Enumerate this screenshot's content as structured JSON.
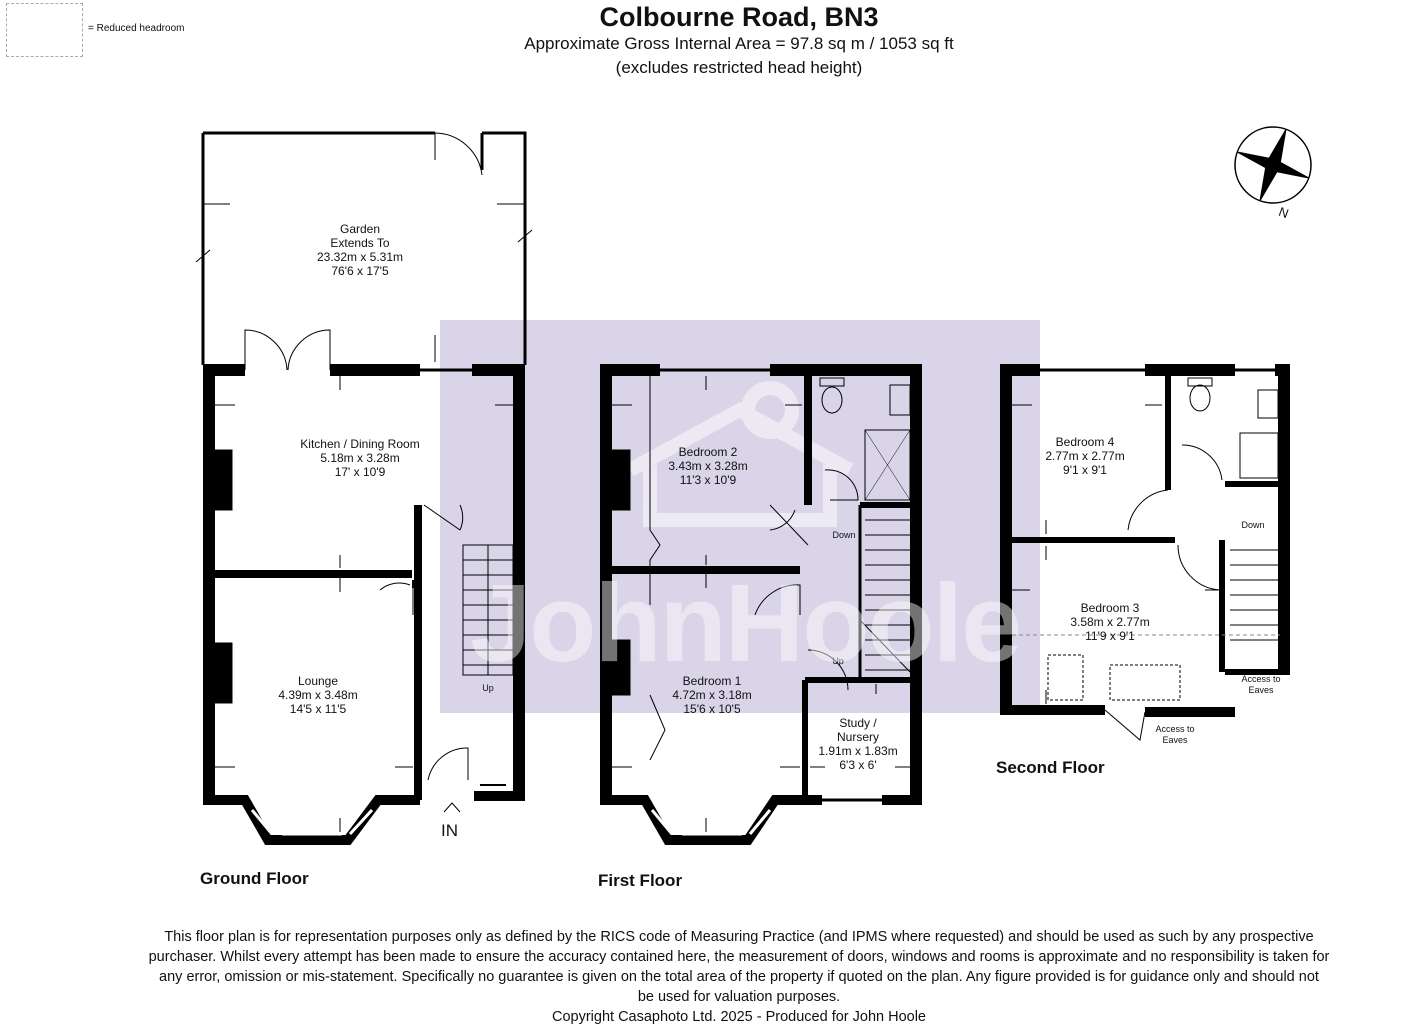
{
  "header": {
    "title": "Colbourne Road, BN3",
    "area": "Approximate Gross Internal Area = 97.8 sq m / 1053 sq ft",
    "note": "(excludes restricted head height)"
  },
  "legend": {
    "label": "= Reduced headroom"
  },
  "watermark": {
    "text": "JohnHoole"
  },
  "compass": {
    "label": "N"
  },
  "floors": {
    "ground": {
      "label": "Ground Floor"
    },
    "first": {
      "label": "First Floor"
    },
    "second": {
      "label": "Second Floor"
    }
  },
  "rooms": {
    "garden": {
      "name": "Garden",
      "extra": "Extends To",
      "metric": "23.32m x 5.31m",
      "imperial": "76'6 x 17'5"
    },
    "kitchen": {
      "name": "Kitchen / Dining Room",
      "metric": "5.18m x 3.28m",
      "imperial": "17' x 10'9"
    },
    "lounge": {
      "name": "Lounge",
      "metric": "4.39m x 3.48m",
      "imperial": "14'5 x 11'5"
    },
    "bedroom2": {
      "name": "Bedroom 2",
      "metric": "3.43m x 3.28m",
      "imperial": "11'3 x 10'9"
    },
    "bedroom1": {
      "name": "Bedroom 1",
      "metric": "4.72m x 3.18m",
      "imperial": "15'6 x 10'5"
    },
    "study": {
      "name1": "Study /",
      "name2": "Nursery",
      "metric": "1.91m x 1.83m",
      "imperial": "6'3 x 6'"
    },
    "bedroom4": {
      "name": "Bedroom 4",
      "metric": "2.77m x 2.77m",
      "imperial": "9'1 x 9'1"
    },
    "bedroom3": {
      "name": "Bedroom 3",
      "metric": "3.58m x 2.77m",
      "imperial": "11'9 x 9'1"
    }
  },
  "annotations": {
    "up_ground": "Up",
    "down_first": "Down",
    "up_first": "Up",
    "down_second": "Down",
    "eaves_right": "Access to\nEaves",
    "eaves_bottom": "Access to\nEaves",
    "entrance": "IN"
  },
  "disclaimer": {
    "line1": "This floor plan is for representation purposes only as defined by the RICS code of Measuring Practice (and IPMS where requested) and should be used as such by any prospective",
    "line2": "purchaser. Whilst every attempt has been made to ensure the accuracy contained here, the measurement of doors, windows and rooms is approximate and no responsibility is taken for",
    "line3": "any error, omission or mis-statement. Specifically no guarantee is given on the total area of the property if quoted on the plan. Any figure provided is for guidance only and should not",
    "line4": "be used for valuation purposes.",
    "copyright": "Copyright Casaphoto Ltd. 2025 - Produced for John Hoole"
  }
}
